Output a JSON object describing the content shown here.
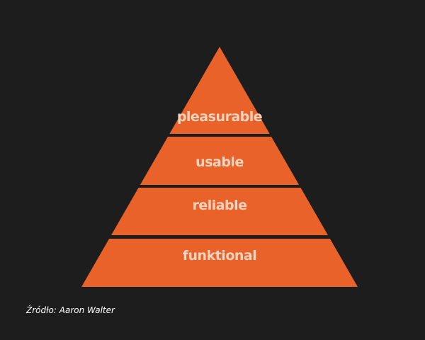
{
  "pyramid": {
    "fill_color": "#e8622a",
    "label_color": "#f3d3bd",
    "background_color": "#1e1d1d",
    "tiers": [
      {
        "label": "pleasurable"
      },
      {
        "label": "usable"
      },
      {
        "label": "reliable"
      },
      {
        "label": "funktional"
      }
    ]
  },
  "source": {
    "text": "Źródło: Aaron Walter"
  }
}
